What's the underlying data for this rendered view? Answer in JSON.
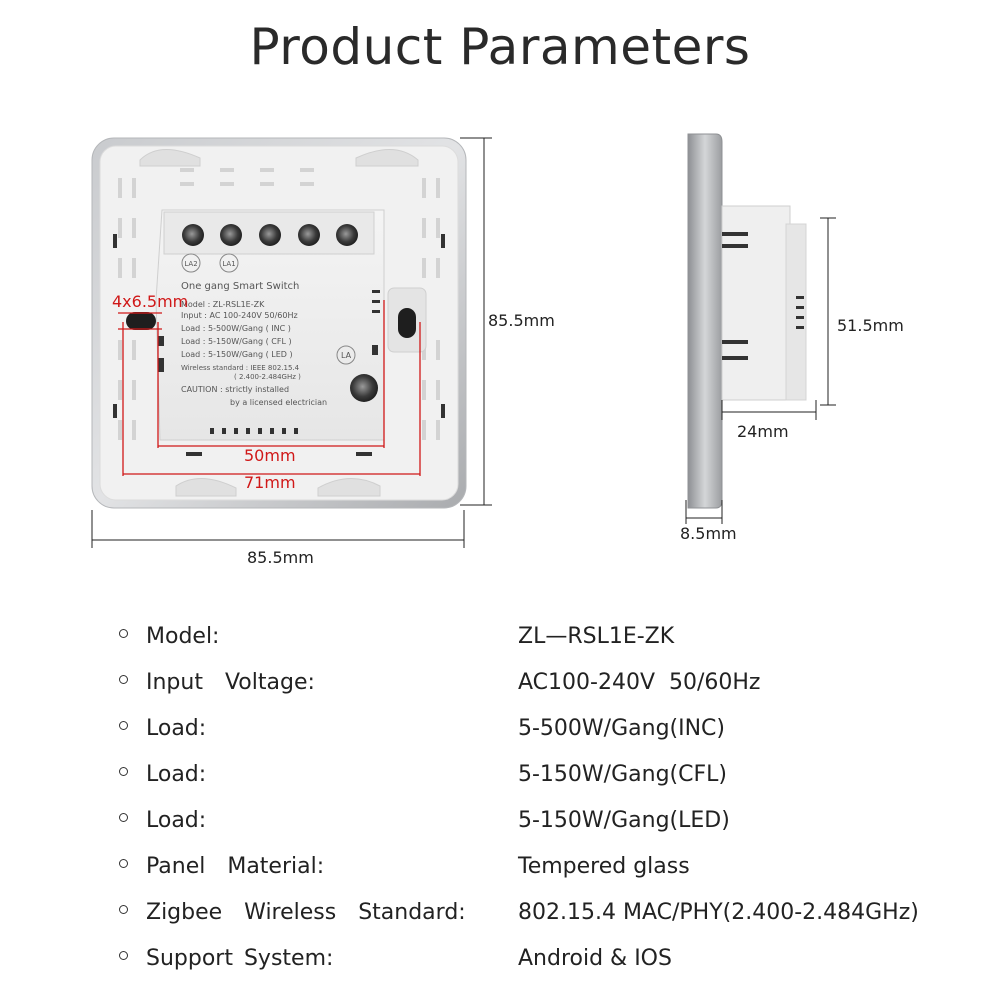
{
  "page": {
    "title": "Product Parameters"
  },
  "dimensions": {
    "front_width": "85.5mm",
    "front_height": "85.5mm",
    "mount_hole": "4x6.5mm",
    "inner_50": "50mm",
    "inner_71": "71mm",
    "side_height": "51.5mm",
    "side_depth": "24mm",
    "panel_thickness": "8.5mm"
  },
  "module_label": {
    "title": "One gang Smart Switch",
    "lines": [
      "Model : ZL-RSL1E-ZK",
      "Input :  AC 100-240V  50/60Hz",
      "Load : 5-500W/Gang ( INC )",
      "Load : 5-150W/Gang ( CFL )",
      "Load : 5-150W/Gang ( LED )",
      "Wireless standard : IEEE 802.15.4",
      "( 2.400-2.484GHz )",
      "CAUTION : strictly installed",
      "by a licensed electrician"
    ],
    "terminal_la2": "LA2",
    "terminal_la1": "LA1",
    "terminal_la": "LA"
  },
  "parameters": [
    {
      "key": "Model:",
      "value": "ZL—RSL1E-ZK"
    },
    {
      "key": "Input  Voltage:",
      "value": "AC100-240V  50/60Hz"
    },
    {
      "key": "Load:",
      "value": "5-500W/Gang(INC)"
    },
    {
      "key": "Load:",
      "value": "5-150W/Gang(CFL)"
    },
    {
      "key": "Load:",
      "value": "5-150W/Gang(LED)"
    },
    {
      "key": "Panel  Material:",
      "value": "Tempered glass"
    },
    {
      "key": "Zigbee  Wireless  Standard:",
      "value": "802.15.4 MAC/PHY(2.400-2.484GHz)"
    },
    {
      "key": "Support System:",
      "value": "Android & IOS"
    }
  ]
}
